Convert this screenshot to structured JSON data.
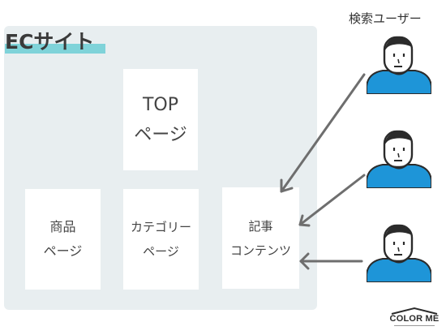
{
  "site": {
    "title": "ECサイト"
  },
  "pages": {
    "top": "TOP\nページ",
    "product": "商品\nページ",
    "category": "カテゴリー\nページ",
    "article": "記事\nコンテンツ"
  },
  "users": {
    "label": "検索ユーザー",
    "count": 3
  },
  "logo": {
    "name": "COLOR ME"
  },
  "colors": {
    "panel": "#e8eef0",
    "title_highlight": "#7fd3d9",
    "user_body": "#1e95d8",
    "arrow": "#6e6e6e"
  }
}
